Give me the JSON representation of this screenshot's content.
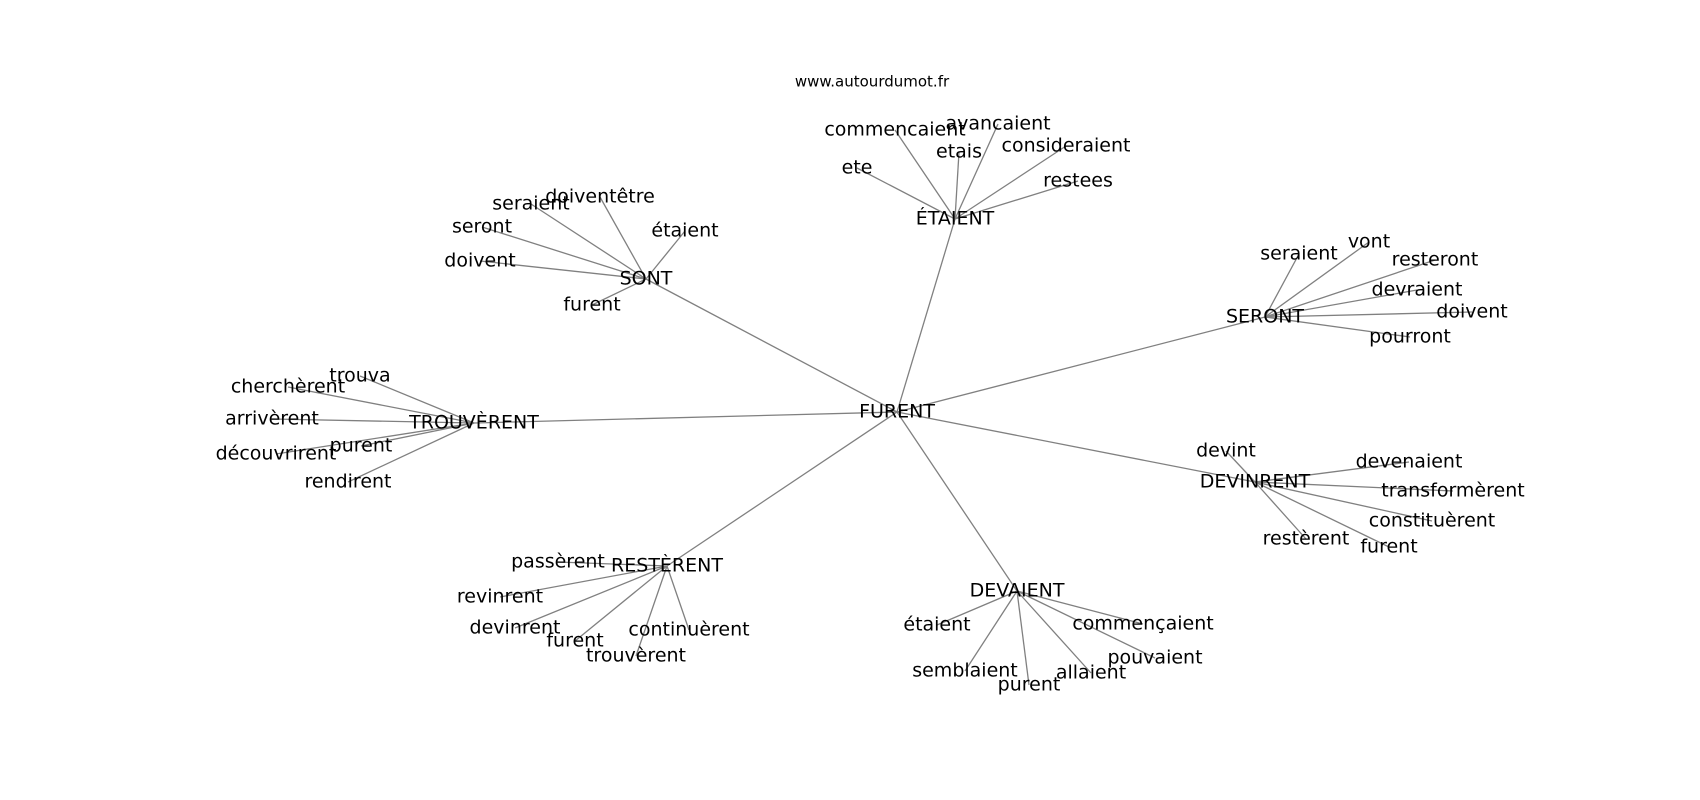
{
  "source": "www.autourdumot.fr",
  "edge_color": "#808080",
  "center": "FURENT",
  "hubs": [
    {
      "label": "ÉTAIENT",
      "leaves": [
        "commencaient",
        "avancaient",
        "etais",
        "consideraient",
        "ete",
        "restees"
      ]
    },
    {
      "label": "SONT",
      "leaves": [
        "seraient",
        "doiventêtre",
        "seront",
        "étaient",
        "doivent",
        "furent"
      ]
    },
    {
      "label": "SERONT",
      "leaves": [
        "seraient",
        "vont",
        "resteront",
        "devraient",
        "doivent",
        "pourront"
      ]
    },
    {
      "label": "TROUVÈRENT",
      "leaves": [
        "trouva",
        "cherchèrent",
        "arrivèrent",
        "purent",
        "découvrirent",
        "rendirent"
      ]
    },
    {
      "label": "DEVINRENT",
      "leaves": [
        "devint",
        "devenaient",
        "transformèrent",
        "constituèrent",
        "restèrent",
        "furent"
      ]
    },
    {
      "label": "RESTÈRENT",
      "leaves": [
        "passèrent",
        "revinrent",
        "devinrent",
        "furent",
        "continuèrent",
        "trouvèrent"
      ]
    },
    {
      "label": "DEVAIENT",
      "leaves": [
        "étaient",
        "commençaient",
        "pouvaient",
        "semblaient",
        "allaient",
        "purent"
      ]
    }
  ]
}
